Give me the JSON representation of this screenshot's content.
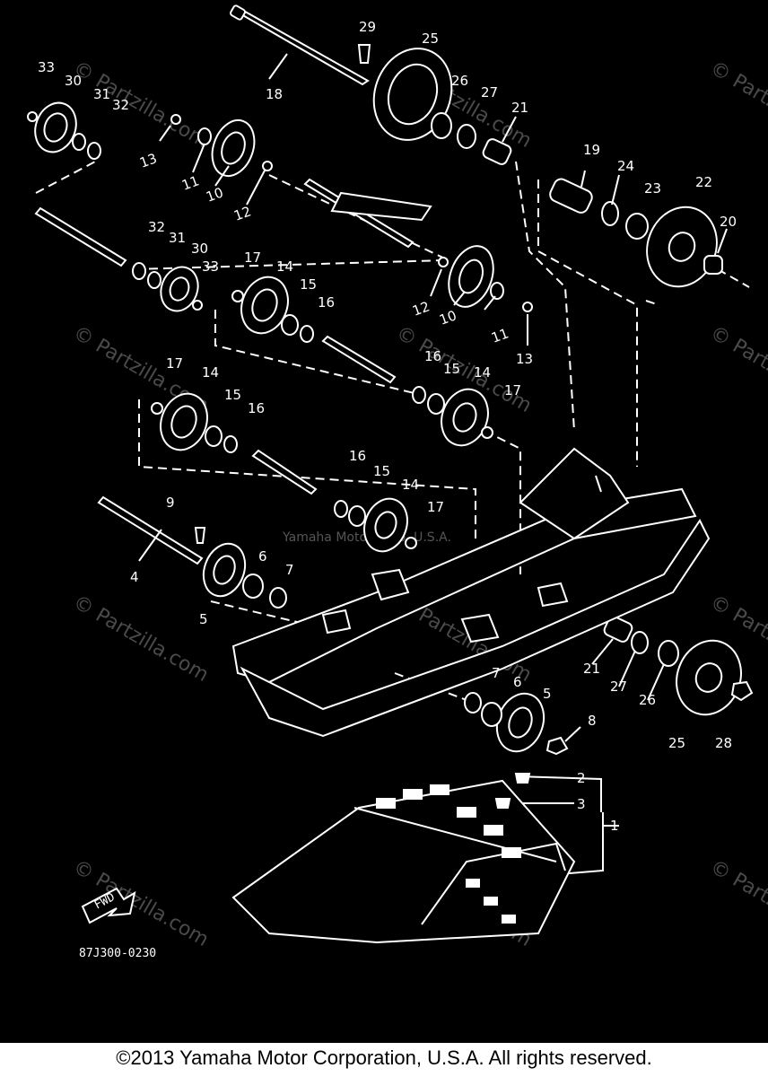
{
  "diagram": {
    "drawing_code": "87J300-0230",
    "fwd_label": "FWD",
    "callouts": [
      "1",
      "2",
      "3",
      "4",
      "5",
      "6",
      "7",
      "8",
      "9",
      "10",
      "11",
      "12",
      "13",
      "14",
      "15",
      "16",
      "17",
      "18",
      "19",
      "20",
      "21",
      "22",
      "23",
      "24",
      "25",
      "26",
      "27",
      "28",
      "29",
      "30",
      "31",
      "32",
      "33"
    ],
    "watermark_site": "© Partzilla.com",
    "watermark_center": "Yamaha Motor Corp, U.S.A."
  },
  "footer": {
    "copyright": "©2013 Yamaha Motor Corporation, U.S.A. All rights reserved."
  }
}
